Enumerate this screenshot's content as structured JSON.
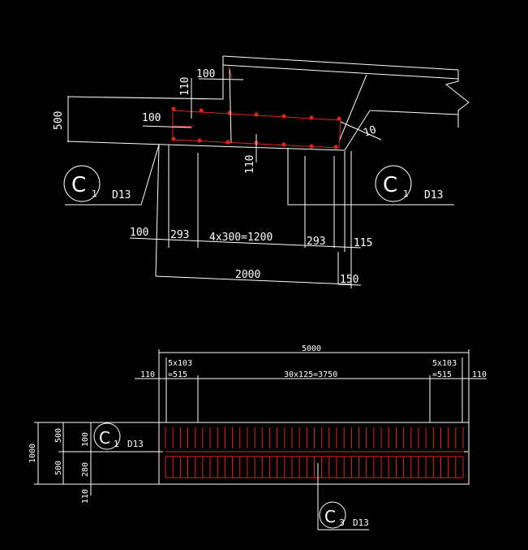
{
  "colors": {
    "background": "#000000",
    "line": "#ffffff",
    "rebar": "#e0221c"
  },
  "section": {
    "dims": {
      "d100_top": "100",
      "d110_left": "110",
      "d500": "500",
      "d100_left": "100",
      "d10": "10",
      "d110_bottom": "110",
      "b100": "100",
      "b293_left": "293",
      "b4x300": "4x300=1200",
      "b293_right": "293",
      "b115": "115",
      "b2000": "2000",
      "b150": "150"
    },
    "callout_left": {
      "letter": "C",
      "sub": "1",
      "bar": "D13"
    },
    "callout_right": {
      "letter": "C",
      "sub": "1",
      "bar": "D13"
    }
  },
  "plan": {
    "dims": {
      "total": "5000",
      "left_spacing": "5x103",
      "left_spacing_total": "=515",
      "mid_spacing": "30x125=3750",
      "right_spacing": "5x103",
      "right_spacing_total": "=515",
      "edge_left": "110",
      "edge_right": "110",
      "height_total": "1000",
      "h500_top": "500",
      "h500_bottom": "500",
      "h100": "100",
      "h280": "280",
      "h110": "110"
    },
    "callout_c1": {
      "letter": "C",
      "sub": "1",
      "bar": "D13"
    },
    "callout_c3": {
      "letter": "C",
      "sub": "3",
      "bar": "D13"
    }
  }
}
